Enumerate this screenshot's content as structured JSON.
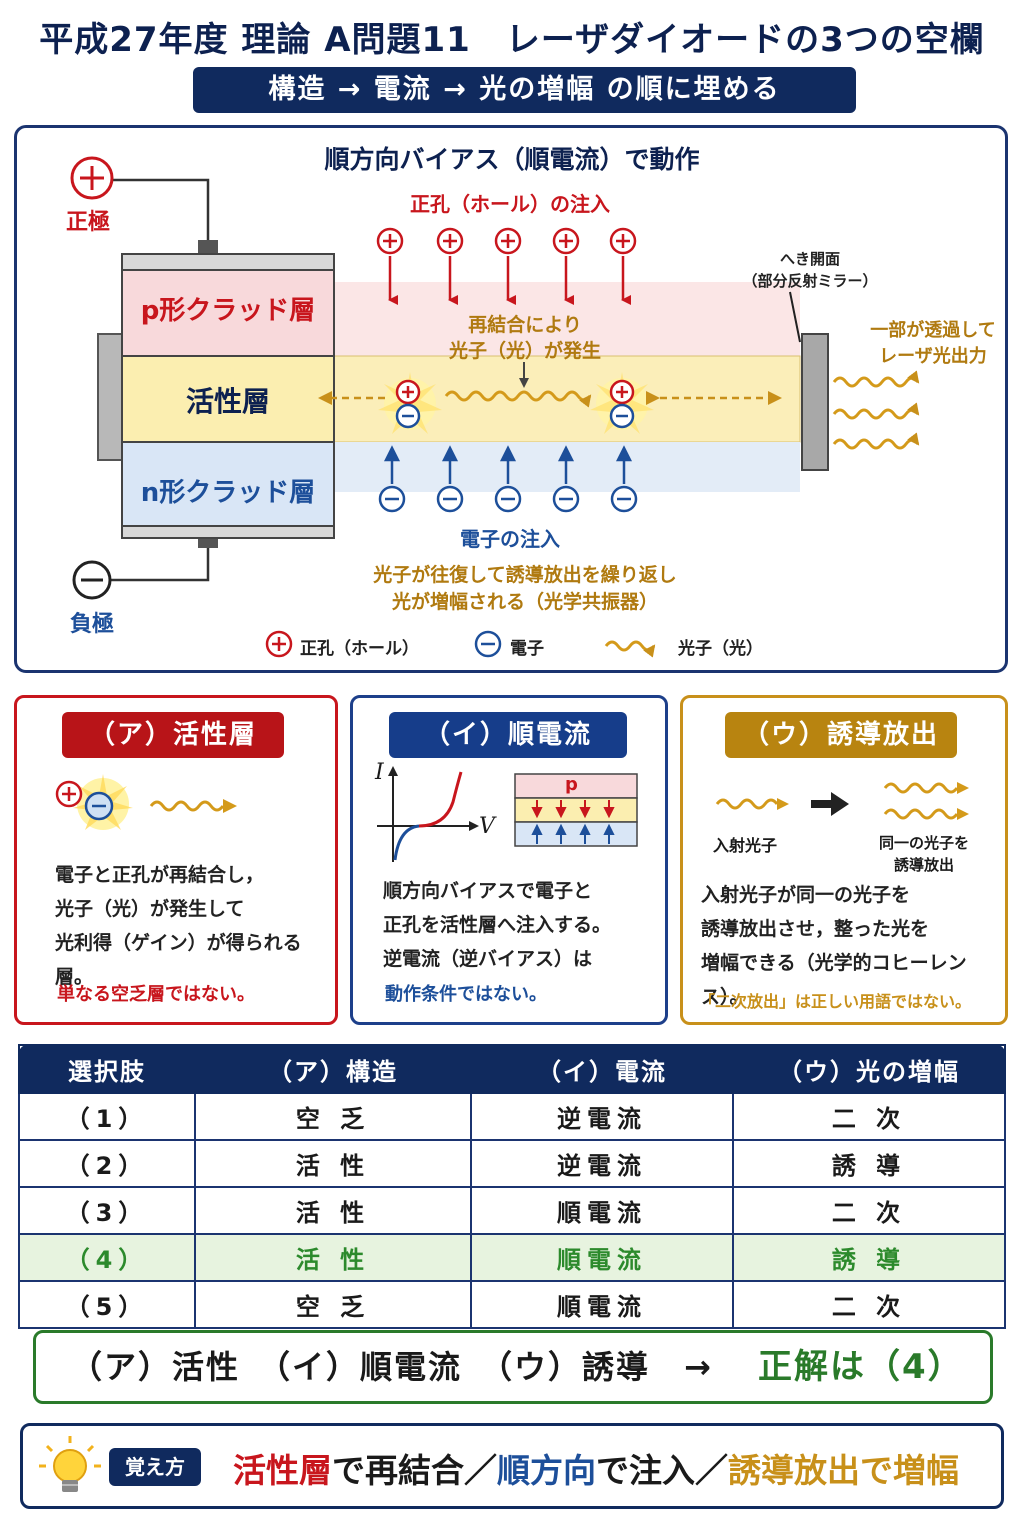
{
  "title": "平成27年度 理論 A問題11　レーザダイオードの3つの空欄",
  "subtitle": "構造 → 電流 → 光の増幅 の順に埋める",
  "diagram": {
    "heading": "順方向バイアス（順電流）で動作",
    "positive_terminal": "正極",
    "negative_terminal": "負極",
    "plus_symbol": "+",
    "minus_symbol": "−",
    "hole_injection": "正孔（ホール）の注入",
    "electron_injection": "電子の注入",
    "p_layer": "p形クラッド層",
    "active_layer": "活性層",
    "n_layer": "n形クラッド層",
    "recombination_line1": "再結合により",
    "recombination_line2": "光子（光）が発生",
    "mirror_line1": "へき開面",
    "mirror_line2": "（部分反射ミラー）",
    "output_line1": "一部が透過して",
    "output_line2": "レーザ光出力",
    "resonance_line1": "光子が往復して誘導放出を繰り返し",
    "resonance_line2": "光が増幅される（光学共振器）",
    "legend": {
      "hole": "正孔（ホール）",
      "electron": "電子",
      "photon": "光子（光）"
    }
  },
  "cards": {
    "a": {
      "title": "（ア）活性層",
      "lines": [
        "電子と正孔が再結合し，",
        "光子（光）が発生して",
        "光利得（ゲイン）が得られる層。"
      ],
      "note": "単なる空乏層ではない。"
    },
    "i": {
      "title": "（イ）順電流",
      "axis_i": "I",
      "axis_v": "V",
      "p_label": "p",
      "lines": [
        "順方向バイアスで電子と",
        "正孔を活性層へ注入する。",
        "逆電流（逆バイアス）は"
      ],
      "note": "動作条件ではない。"
    },
    "u": {
      "title": "（ウ）誘導放出",
      "incident": "入射光子",
      "emitted_line1": "同一の光子を",
      "emitted_line2": "誘導放出",
      "lines": [
        "入射光子が同一の光子を",
        "誘導放出させ，整った光を",
        "増幅できる（光学的コヒーレンス）。"
      ],
      "note": "「二次放出」は正しい用語ではない。"
    }
  },
  "table": {
    "headers": [
      "選択肢",
      "（ア）構造",
      "（イ）電流",
      "（ウ）光の増幅"
    ],
    "rows": [
      [
        "（1）",
        "空 乏",
        "逆電流",
        "二 次"
      ],
      [
        "（2）",
        "活 性",
        "逆電流",
        "誘 導"
      ],
      [
        "（3）",
        "活 性",
        "順電流",
        "二 次"
      ],
      [
        "（4）",
        "活 性",
        "順電流",
        "誘 導"
      ],
      [
        "（5）",
        "空 乏",
        "順電流",
        "二 次"
      ]
    ],
    "highlight_row": 3
  },
  "answer": {
    "text": "（ア）活性　（イ）順電流　（ウ）誘導　→",
    "result": "正解は（4）"
  },
  "memo": {
    "badge": "覚え方",
    "p1": "活性層",
    "p2": "で再結合／",
    "p3": "順方向",
    "p4": "で注入／",
    "p5": "誘導放出",
    "p6": "で増幅"
  },
  "colors": {
    "navy": "#102a5e",
    "red": "#c8161d",
    "blue": "#1d4f9a",
    "gold": "#c8901a",
    "green": "#2a7a2a"
  }
}
